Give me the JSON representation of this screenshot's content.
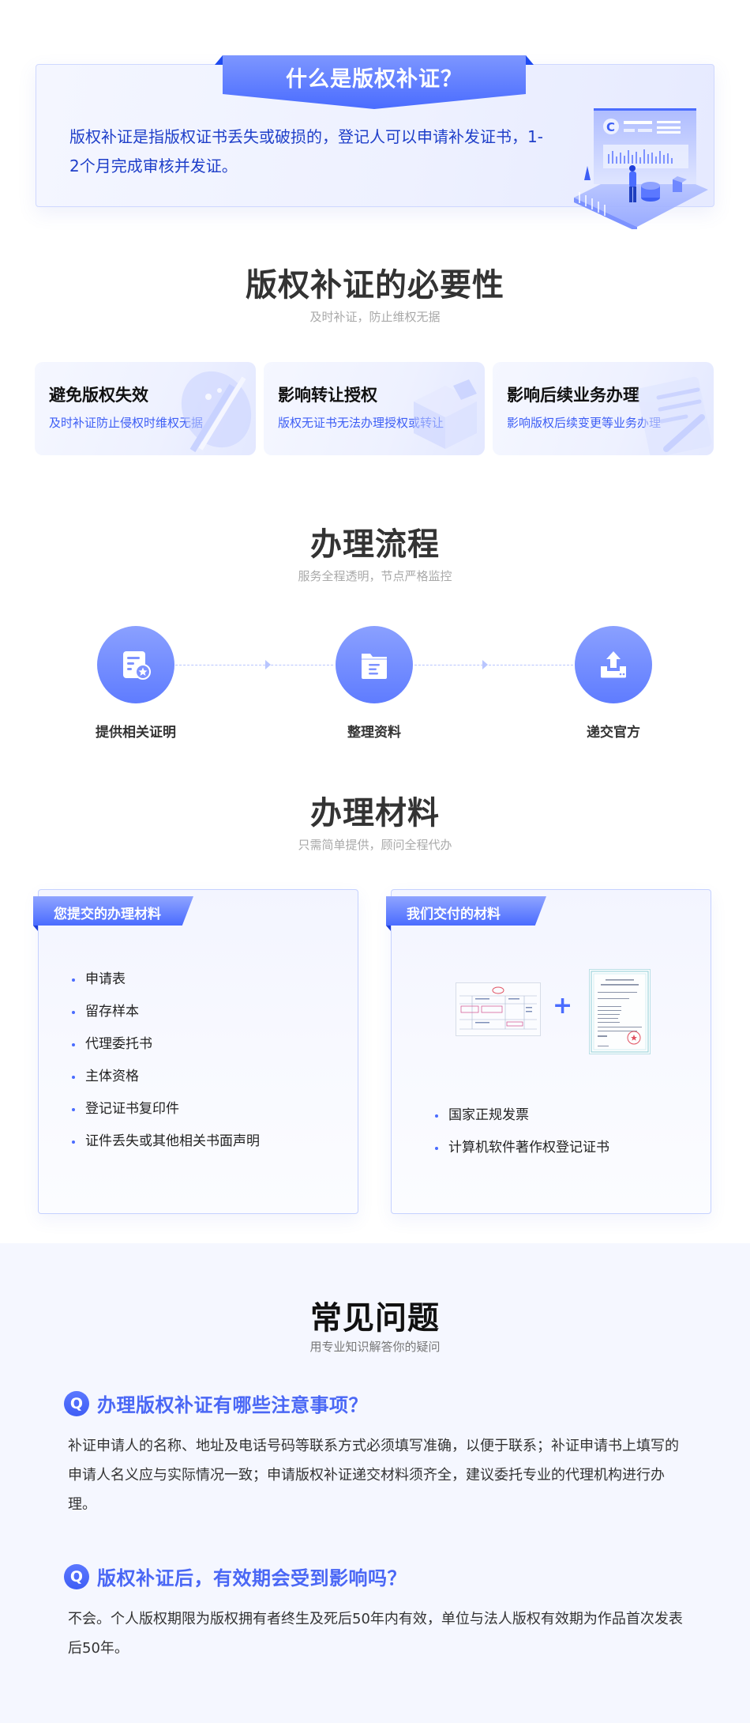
{
  "intro": {
    "title": "什么是版权补证？",
    "description": "版权补证是指版权证书丢失或破损的，登记人可以申请补发证书，1-2个月完成审核并发证。",
    "illustration": "copyright-certificate-illustration"
  },
  "necessity": {
    "title": "版权补证的必要性",
    "subtitle": "及时补证，防止维权无据",
    "cards": [
      {
        "title": "避免版权失效",
        "subtitle": "及时补证防止侵权时维权无据",
        "icon": "pen-tool-icon"
      },
      {
        "title": "影响转让授权",
        "subtitle": "版权无证书无法办理授权或转让",
        "icon": "blocks-icon"
      },
      {
        "title": "影响后续业务办理",
        "subtitle": "影响版权后续变更等业务办理",
        "icon": "document-edit-icon"
      }
    ]
  },
  "process": {
    "title": "办理流程",
    "subtitle": "服务全程透明，节点严格监控",
    "steps": [
      {
        "label": "提供相关证明",
        "icon": "certificate-star-icon"
      },
      {
        "label": "整理资料",
        "icon": "folder-document-icon"
      },
      {
        "label": "递交官方",
        "icon": "upload-tray-icon"
      }
    ],
    "accent_color": "#6f88ff"
  },
  "materials": {
    "title": "办理材料",
    "subtitle": "只需简单提供，顾问全程代办",
    "submit": {
      "tag": "您提交的办理材料",
      "items": [
        "申请表",
        "留存样本",
        "代理委托书",
        "主体资格",
        "登记证书复印件",
        "证件丢失或其他相关书面声明"
      ]
    },
    "deliver": {
      "tag": "我们交付的材料",
      "plus": "+",
      "images": [
        "invoice-image",
        "software-copyright-certificate-image"
      ],
      "items": [
        "国家正规发票",
        "计算机软件著作权登记证书"
      ]
    }
  },
  "faq": {
    "title": "常见问题",
    "subtitle": "用专业知识解答你的疑问",
    "q_mark": "Q",
    "items": [
      {
        "question": "办理版权补证有哪些注意事项？",
        "answer": "补证申请人的名称、地址及电话号码等联系方式必须填写准确，以便于联系；补证申请书上填写的申请人名义应与实际情况一致；申请版权补证递交材料须齐全，建议委托专业的代理机构进行办理。"
      },
      {
        "question": "版权补证后，有效期会受到影响吗？",
        "answer": "不会。个人版权期限为版权拥有者终生及死后50年内有效，单位与法人版权有效期为作品首次发表后50年。"
      }
    ]
  },
  "colors": {
    "primary": "#4a6cff",
    "intro_text": "#1f3fc9",
    "card_subtitle": "#3d5ef5",
    "faq_question": "#4a67f5",
    "faq_bg": "#f5f7ff"
  }
}
